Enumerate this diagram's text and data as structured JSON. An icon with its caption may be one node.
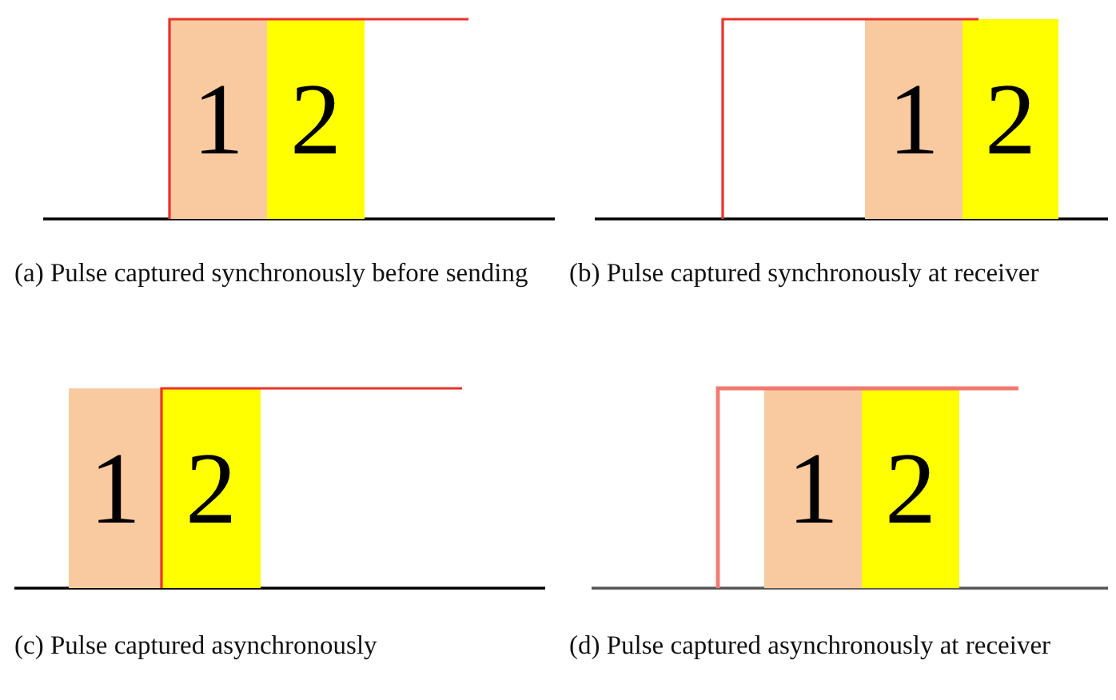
{
  "diagram": {
    "nodes": [
      {
        "text": [
          "1"
        ]
      },
      {
        "text": [
          "2"
        ]
      },
      {
        "text": [
          "1"
        ]
      },
      {
        "text": [
          "2"
        ]
      },
      {
        "text": [
          "1"
        ]
      },
      {
        "text": [
          "2"
        ]
      },
      {
        "text": [
          "1"
        ]
      },
      {
        "text": [
          "2"
        ]
      }
    ],
    "labels": [
      "(a) Pulse captured synchronously before sending",
      "(b) Pulse captured synchronously at receiver",
      "(c) Pulse captured asynchronously",
      "(d) Pulse captured asynchronously at receiver"
    ]
  }
}
